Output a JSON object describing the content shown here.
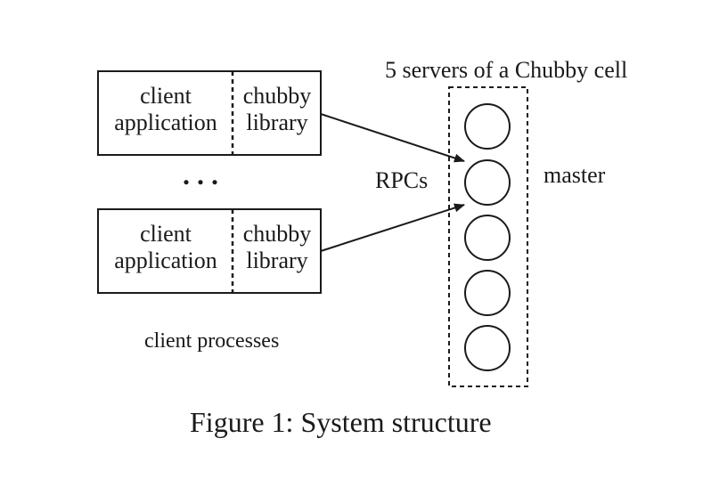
{
  "cell_title": "5 servers of a Chubby cell",
  "rpc_label": "RPCs",
  "master_label": "master",
  "ellipsis": ". . .",
  "client_group_label": "client processes",
  "caption": "Figure 1: System structure",
  "clients": [
    {
      "app_line1": "client",
      "app_line2": "application",
      "lib_line1": "chubby",
      "lib_line2": "library"
    },
    {
      "app_line1": "client",
      "app_line2": "application",
      "lib_line1": "chubby",
      "lib_line2": "library"
    }
  ],
  "server_count": 5,
  "master_server_index": 1
}
